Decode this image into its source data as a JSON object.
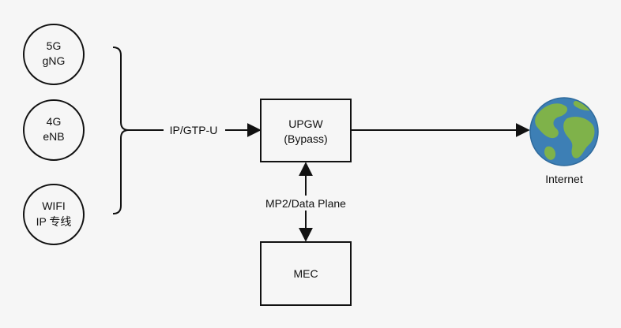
{
  "nodes": {
    "circle_5g": {
      "line1": "5G",
      "line2": "gNG"
    },
    "circle_4g": {
      "line1": "4G",
      "line2": "eNB"
    },
    "circle_wifi": {
      "line1": "WIFI",
      "line2": "IP 专线"
    },
    "upgw": {
      "line1": "UPGW",
      "line2": "(Bypass)"
    },
    "mec": {
      "label": "MEC"
    },
    "internet": {
      "label": "Internet",
      "icon": "globe-icon"
    }
  },
  "edges": {
    "access_to_upgw": "IP/GTP-U",
    "upgw_mec": "MP2/Data Plane",
    "upgw_internet": ""
  },
  "colors": {
    "stroke": "#111111",
    "background": "#f6f6f6",
    "ocean": "#3d7fb5",
    "land": "#7fb24a"
  }
}
